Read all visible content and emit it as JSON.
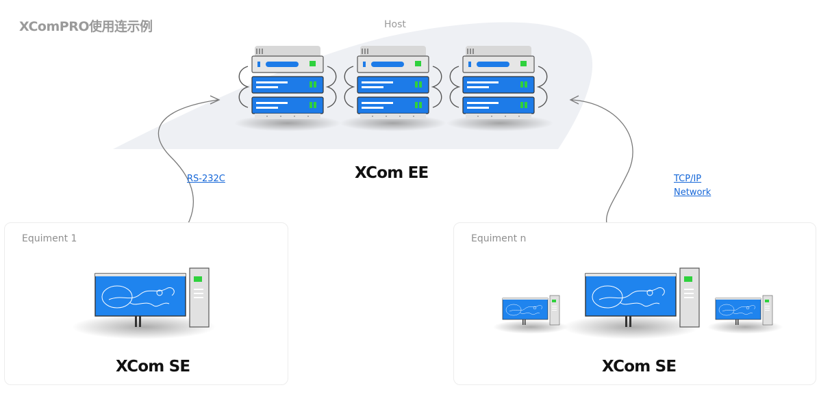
{
  "page": {
    "title": "XComPRO使用连示例"
  },
  "host": {
    "label": "Host",
    "product_name": "XCom EE"
  },
  "connections": {
    "left_link": "RS-232C",
    "right_link_line1": "TCP/IP",
    "right_link_line2": "Network"
  },
  "equipment_left": {
    "label": "Equiment 1",
    "product_name": "XCom SE"
  },
  "equipment_right": {
    "label": "Equiment n",
    "product_name": "XCom SE"
  },
  "colors": {
    "server_blue": "#1d7be8",
    "server_gray": "#d9d9d9",
    "led_green": "#2fd13d",
    "screen_blue": "#1f84ee",
    "host_bg": "#eef0f4",
    "link_blue": "#1466d8"
  },
  "icons": [
    "server-rack-icon",
    "desktop-computer-icon",
    "curved-arrow-icon"
  ]
}
